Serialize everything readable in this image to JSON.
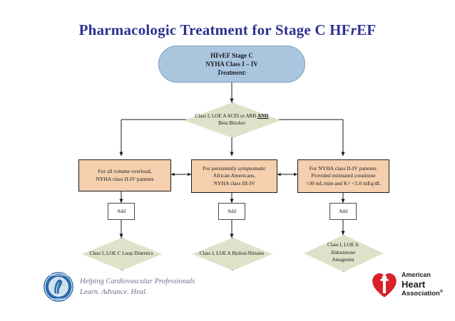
{
  "page": {
    "title_prefix": "Pharmacologic Treatment for Stage C HF",
    "title_italic": "r",
    "title_suffix": "EF",
    "title_full": "Pharmacologic Treatment for Stage C HFrEF"
  },
  "colors": {
    "title": "#2e3191",
    "stadium_fill": "#aac6df",
    "rect_fill": "#f5cfae",
    "diamond_fill": "#dde3c9",
    "line": "#1a1a1a",
    "aha_red": "#d9222a",
    "acc_blue": "#1b5a9c",
    "tagline": "#6f6f87"
  },
  "nodes": {
    "root": {
      "line1": "HFrEF Stage C",
      "line2": "NYHA Class I – IV",
      "line3": "Treatment:"
    },
    "first_line_therapy": {
      "class_loe": "Class I, LOE A",
      "line1_a": "ACEI or ARB ",
      "line1_and": "AND",
      "line2": "Beta Blocker"
    },
    "branch_left": {
      "line1": "For all volume overload,",
      "line2": "NYHA class II-IV patients"
    },
    "branch_center": {
      "line1": "For persistently symptomatic",
      "line2": "African Americans,",
      "line3": "NYHA class III-IV"
    },
    "branch_right": {
      "line1": "For NYHA class II-IV patients.",
      "line2": "Provided  estimated creatinine",
      "line3": ">30 mL/min and K+ <5.0 mEq/dL"
    },
    "add_left": {
      "label": "Add"
    },
    "add_center": {
      "label": "Add"
    },
    "add_right": {
      "label": "Add"
    },
    "therapy_left": {
      "class_loe": "Class I, LOE C",
      "name": "Loop Diuretics"
    },
    "therapy_center": {
      "class_loe": "Class I, LOE A",
      "name": "Hydral-Nitrates"
    },
    "therapy_right": {
      "class_loe": "Class I, LOE A",
      "name_line1": "Aldosterone",
      "name_line2": "Antagonist"
    }
  },
  "branding": {
    "acc": {
      "tagline_line1": "Helping Cardiovascular Professionals",
      "tagline_line2": "Learn. Advance. Heal."
    },
    "aha": {
      "line1": "American",
      "line2": "Heart",
      "line3": "Association",
      "registered": "®"
    }
  }
}
